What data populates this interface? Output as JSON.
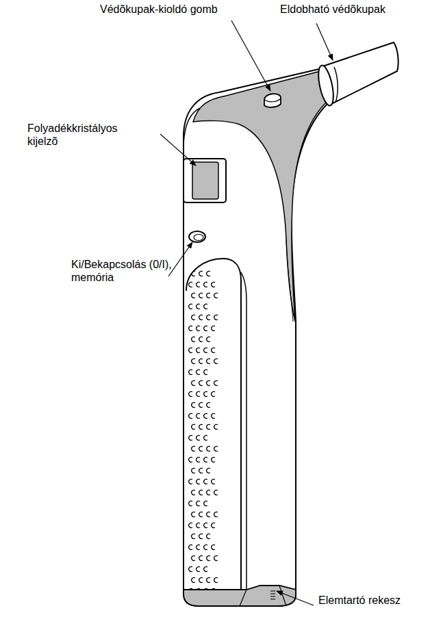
{
  "diagram": {
    "labels": [
      "Védõkupak-kioldó gomb",
      "Eldobható védõkupak",
      "Folyadékkristályos kijelzõ",
      "Ki/Bekapcsolás (0/I), memória",
      "Elemtartó rekesz"
    ]
  }
}
